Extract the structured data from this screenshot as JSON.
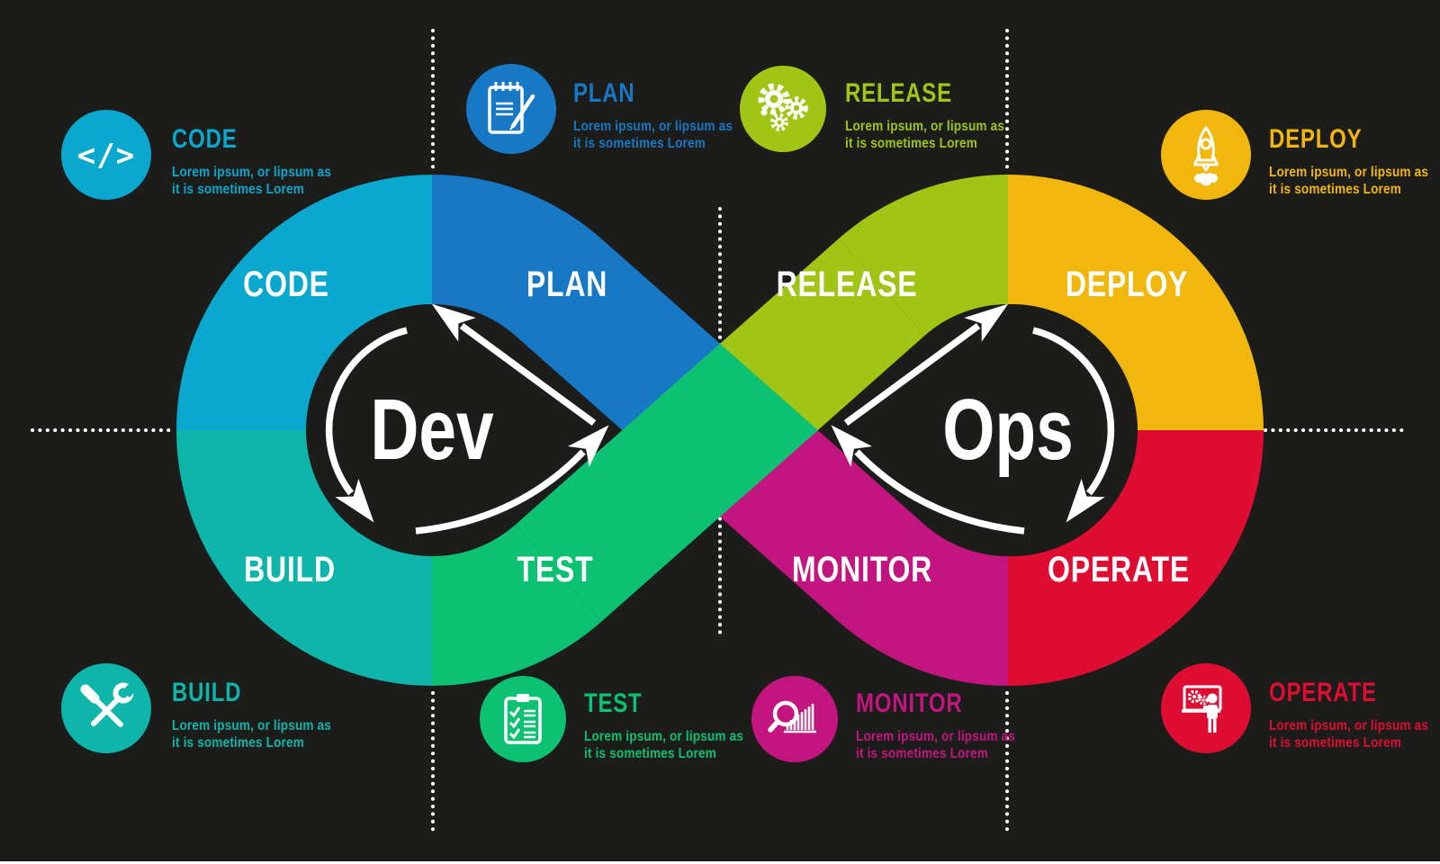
{
  "palette": {
    "background": "#1C1C1A",
    "white": "#FFFFFF",
    "arrow": "#FFFFFF",
    "dotted": "#FFFFFF"
  },
  "loops": {
    "dev_label": "Dev",
    "ops_label": "Ops"
  },
  "segments": {
    "code": {
      "band_label": "CODE",
      "color": "#0AA7CE"
    },
    "plan": {
      "band_label": "PLAN",
      "color": "#1778C5"
    },
    "build": {
      "band_label": "BUILD",
      "color": "#0DB5AB"
    },
    "test": {
      "band_label": "TEST",
      "color": "#0DC172"
    },
    "release": {
      "band_label": "RELEASE",
      "color": "#A0C515"
    },
    "deploy": {
      "band_label": "DEPLOY",
      "color": "#F2B70D"
    },
    "monitor": {
      "band_label": "MONITOR",
      "color": "#C2157F"
    },
    "operate": {
      "band_label": "OPERATE",
      "color": "#E00D32"
    }
  },
  "callouts": {
    "code": {
      "title": "CODE",
      "icon": "code-icon",
      "desc_line1": "Lorem ipsum, or lipsum as",
      "desc_line2": "it is sometimes Lorem"
    },
    "plan": {
      "title": "PLAN",
      "icon": "plan-notepad-icon",
      "desc_line1": "Lorem ipsum, or lipsum as",
      "desc_line2": "it is sometimes Lorem"
    },
    "release": {
      "title": "RELEASE",
      "icon": "release-gears-icon",
      "desc_line1": "Lorem ipsum, or lipsum as",
      "desc_line2": "it is sometimes Lorem"
    },
    "deploy": {
      "title": "DEPLOY",
      "icon": "deploy-rocket-icon",
      "desc_line1": "Lorem ipsum, or lipsum as",
      "desc_line2": "it is sometimes Lorem"
    },
    "build": {
      "title": "BUILD",
      "icon": "build-tools-icon",
      "desc_line1": "Lorem ipsum, or lipsum as",
      "desc_line2": "it is sometimes Lorem"
    },
    "test": {
      "title": "TEST",
      "icon": "test-checklist-icon",
      "desc_line1": "Lorem ipsum, or lipsum as",
      "desc_line2": "it is sometimes Lorem"
    },
    "monitor": {
      "title": "MONITOR",
      "icon": "monitor-magnifier-chart-icon",
      "desc_line1": "Lorem ipsum, or lipsum as",
      "desc_line2": "it is sometimes Lorem"
    },
    "operate": {
      "title": "OPERATE",
      "icon": "operate-presentation-icon",
      "desc_line1": "Lorem ipsum, or lipsum as",
      "desc_line2": "it is sometimes Lorem"
    }
  }
}
